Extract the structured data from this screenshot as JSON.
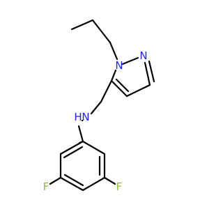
{
  "molecule": {
    "atoms": {
      "n1": {
        "symbol": "N",
        "color": "#2323ff"
      },
      "n2": {
        "symbol": "N",
        "color": "#2323ff"
      },
      "amine": {
        "symbol": "N",
        "color": "#2323ff"
      },
      "amine_h": {
        "symbol": "H",
        "color": "#2323ff"
      },
      "f1": {
        "symbol": "F",
        "color": "#8fbc3c"
      },
      "f2": {
        "symbol": "F",
        "color": "#8fbc3c"
      }
    }
  }
}
